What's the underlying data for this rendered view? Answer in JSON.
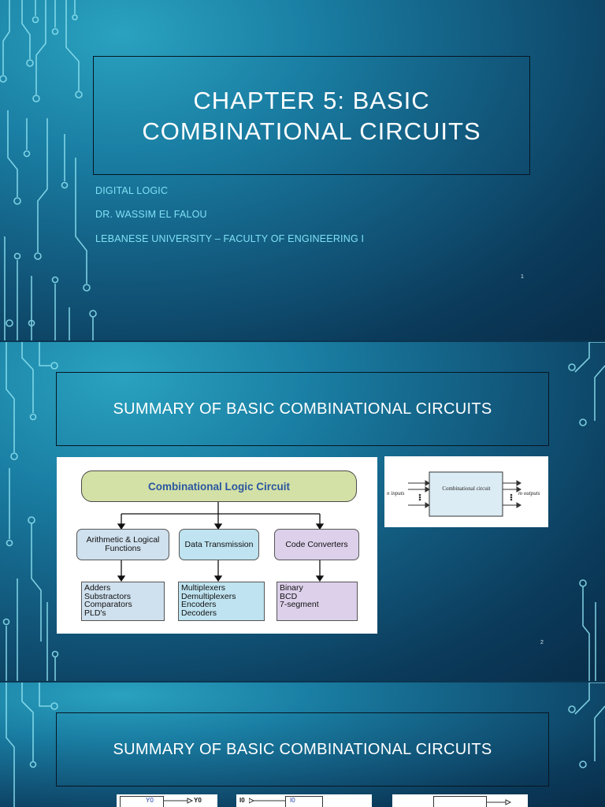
{
  "slide1": {
    "title_line1": "CHAPTER 5: BASIC",
    "title_line2": "COMBINATIONAL CIRCUITS",
    "subtitle_lines": [
      "DIGITAL LOGIC",
      "DR. WASSIM EL FALOU",
      "LEBANESE UNIVERSITY – FACULTY OF ENGINEERING I"
    ],
    "page_number": "1"
  },
  "slide2": {
    "title": "SUMMARY OF BASIC COMBINATIONAL CIRCUITS",
    "page_number": "2",
    "diagram": {
      "root": "Combinational Logic Circuit",
      "categories": [
        {
          "label": "Arithmetic & Logical Functions",
          "items": [
            "Adders",
            "Substractors",
            "Comparators",
            "PLD's"
          ]
        },
        {
          "label": "Data Transmission",
          "items": [
            "Multiplexers",
            "Demultiplexers",
            "Encoders",
            "Decoders"
          ]
        },
        {
          "label": "Code Converters",
          "items": [
            "Binary",
            "BCD",
            "7-segment"
          ]
        }
      ]
    },
    "block_diagram": {
      "box_label": "Combinational circuit",
      "inputs_label": "n inputs",
      "outputs_label": "m outputs"
    }
  },
  "slide3": {
    "title": "SUMMARY OF BASIC COMBINATIONAL CIRCUITS",
    "partial_labels": {
      "y0_in": "Y0",
      "y0_out": "Y0",
      "i0_in": "I0",
      "i0_box": "I0"
    }
  },
  "colors": {
    "slide_bg_light": "#2aa2bf",
    "slide_bg_dark": "#082d49",
    "circuit_line": "#8fe3f2",
    "subtitle_text": "#7fe0f5",
    "root_pill": "#d4e1a6",
    "arith_box": "#cfe0ee",
    "data_box": "#bfe3f0",
    "code_box": "#dcd0ea"
  }
}
